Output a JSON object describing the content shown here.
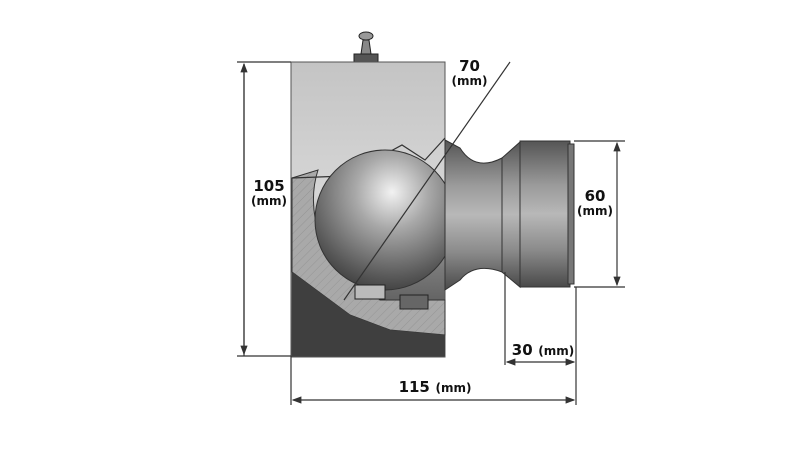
{
  "diagram": {
    "subject": "tow ball coupling cross-section",
    "dimensions": {
      "height": {
        "value": "105",
        "unit": "(mm)"
      },
      "ball_diameter": {
        "value": "70",
        "unit": "(mm)"
      },
      "flange_diameter": {
        "value": "60",
        "unit": "(mm)"
      },
      "flange_width": {
        "value": "30",
        "unit": "(mm)"
      },
      "total_length": {
        "value": "115",
        "unit": "(mm)"
      }
    },
    "colors": {
      "housing_top": "#c8c8c8",
      "housing_bottom": "#4a4a4a",
      "section_hatch": "#a8a8a8",
      "ball": "#8a8a8a",
      "dimension_line": "#333333"
    }
  }
}
